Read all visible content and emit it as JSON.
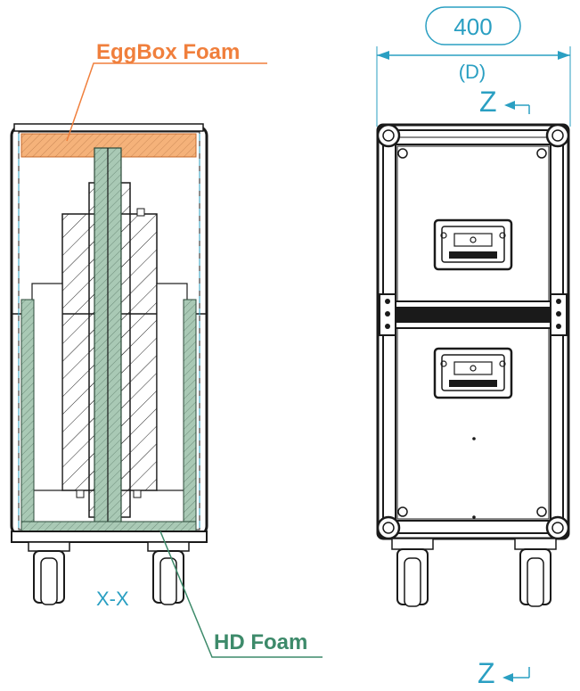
{
  "labels": {
    "eggbox": "EggBox Foam",
    "hd": "HD Foam",
    "section": "X-X",
    "width": "400",
    "depth": "(D)",
    "view_top": "Z",
    "view_bottom": "Z"
  },
  "colors": {
    "eggbox_foam": "#f5b27a",
    "eggbox_text": "#f07f3c",
    "hd_foam": "#a9c9b5",
    "hd_text": "#3d8a6a",
    "dimension": "#2a9fc2",
    "outline": "#1a1a1a"
  }
}
